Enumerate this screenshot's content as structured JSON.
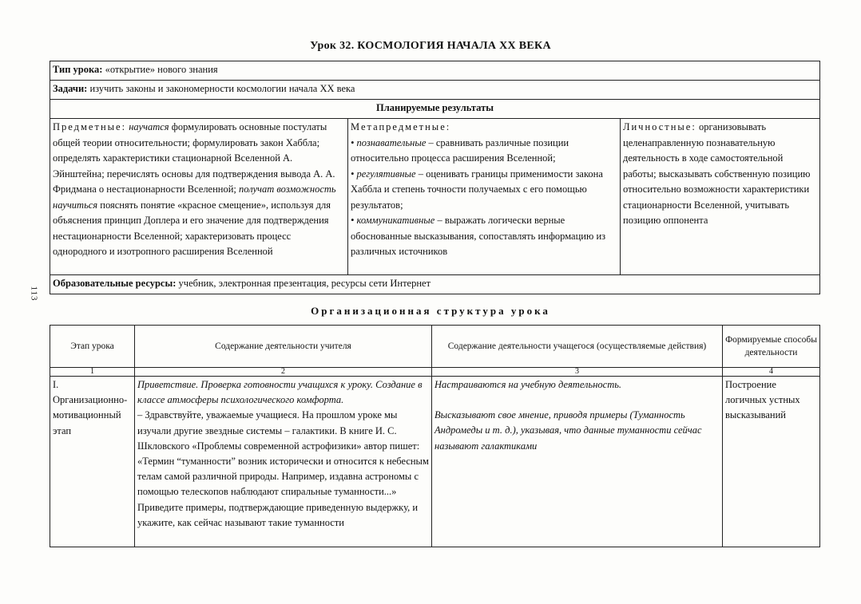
{
  "title": "Урок 32. КОСМОЛОГИЯ НАЧАЛА XX ВЕКА",
  "page_number": "113",
  "lesson_type": {
    "label": "Тип урока:",
    "value": " «открытие» нового знания"
  },
  "tasks": {
    "label": "Задачи:",
    "value": " изучить законы и закономерности космологии начала XX века"
  },
  "results_header": "Планируемые результаты",
  "subject": {
    "label": "Предметные:",
    "intro_italic": " научатся",
    "text1": " формулировать основные постулаты общей теории относительности; формулировать закон Хаббла; определять характеристики стационарной Вселенной А. Эйнштейна; перечислять основы для подтверждения вывода А. А. Фридмана о нестационарности Вселенной;",
    "italic2": " получат возможность научиться",
    "text2": " пояснять понятие «красное смещение», используя для объяснения принцип Доплера и его значение для подтверждения нестационарности Вселенной; характеризовать процесс однородного и изотропного расширения Вселенной"
  },
  "meta": {
    "label": "Метапредметные:",
    "cog_label": "• познавательные",
    "cog_text": " – сравнивать различные позиции относительно процесса расширения Вселенной;",
    "reg_label": "• регулятивные",
    "reg_text": " – оценивать границы применимости закона Хаббла и степень точности получаемых с его помощью результатов;",
    "com_label": "• коммуникативные",
    "com_text": " – выражать логически верные обоснованные высказывания, сопоставлять информацию из различных источников"
  },
  "personal": {
    "label": "Личностные:",
    "text": " организовывать целенаправленную познавательную деятельность в ходе самостоятельной работы; высказывать собственную позицию относительно возможности характеристики стационарности Вселенной, учитывать позицию оппонента"
  },
  "resources": {
    "label": "Образовательные ресурсы:",
    "value": " учебник, электронная презентация, ресурсы сети Интернет"
  },
  "structure_title": "Организационная структура урока",
  "table": {
    "headers": [
      "Этап урока",
      "Содержание деятельности учителя",
      "Содержание деятельности учащегося (осуществляемые действия)",
      "Формируемые способы деятельности"
    ],
    "numbers": [
      "1",
      "2",
      "3",
      "4"
    ],
    "row1": {
      "stage": "I. Организационно-мотивационный этап",
      "teacher_italic": "Приветствие. Проверка готовности учащихся к уроку. Создание в классе атмосферы психологического комфорта.",
      "teacher_text": "– Здравствуйте, уважаемые учащиеся. На прошлом уроке мы изучали другие звездные системы – галактики. В книге И. С. Шкловского «Проблемы современной астрофизики» автор пишет: «Термин “туманности” возник исторически и относится к небесным телам самой различной природы. Например, издавна астрономы с помощью телескопов наблюдают спиральные туманности...» Приведите примеры, подтверждающие приведенную выдержку, и укажите, как сейчас называют такие туманности",
      "student1": "Настраиваются на учебную деятельность.",
      "student2": "Высказывают свое мнение, приводя примеры (Туманность Андромеды и т. д.), указывая, что данные туманности сейчас называют галактиками",
      "skills": "Построение логичных устных высказываний"
    }
  }
}
